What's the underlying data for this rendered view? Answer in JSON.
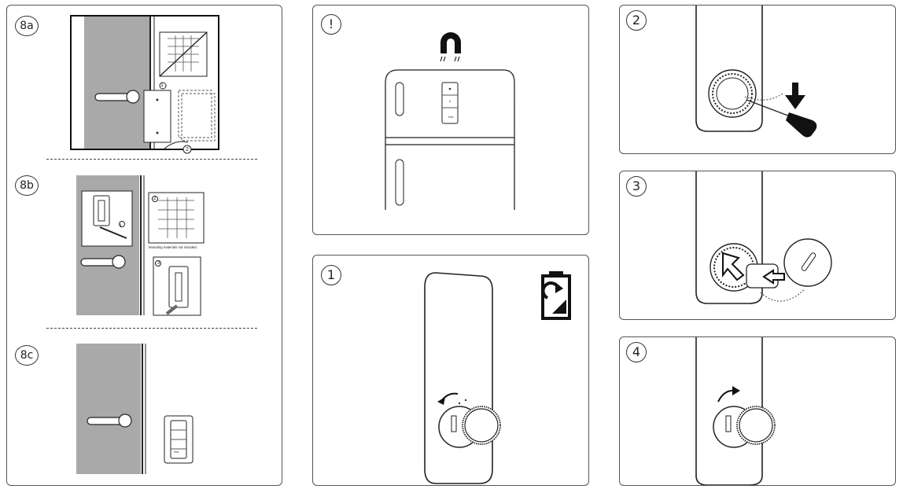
{
  "panels": {
    "left": {
      "step_8a": {
        "label": "8a"
      },
      "step_8b": {
        "label": "8b",
        "caption": "Mounting materials not included.",
        "sub_steps": [
          "1",
          "2",
          "3"
        ]
      },
      "step_8c": {
        "label": "8c"
      },
      "step_8a_sub_steps": [
        "1",
        "2"
      ]
    },
    "warning": {
      "label": "!"
    },
    "battery_step_1": {
      "label": "1"
    },
    "battery_step_2": {
      "label": "2"
    },
    "battery_step_3": {
      "label": "3"
    },
    "battery_step_4": {
      "label": "4"
    }
  },
  "dimmer_buttons": {
    "bottom_label": "Hue"
  },
  "icons": [
    "magnet-icon",
    "battery-replace-icon",
    "screwdriver-icon",
    "arrow-down-icon",
    "rotate-arrow-icon"
  ]
}
